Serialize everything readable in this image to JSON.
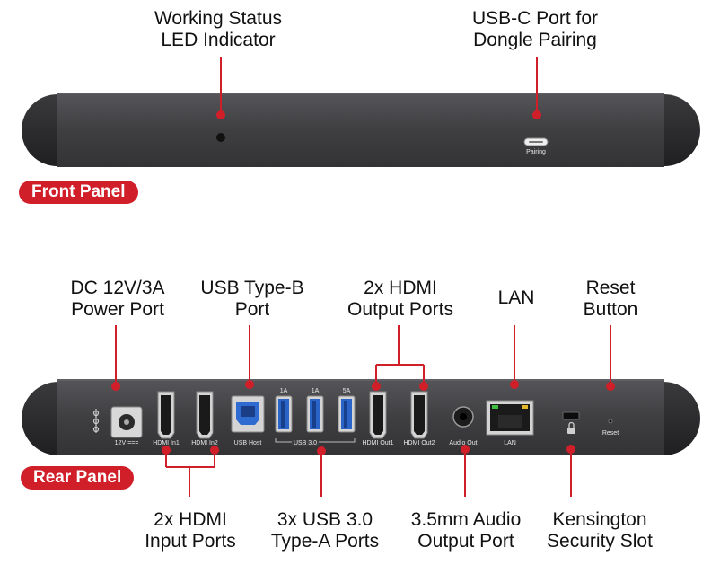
{
  "front": {
    "tag": "Front Panel",
    "led_label": [
      "Working Status",
      "LED Indicator"
    ],
    "usbc_label": [
      "USB-C Port for",
      "Dongle Pairing"
    ],
    "pairing_text": "Pairing"
  },
  "rear": {
    "tag": "Rear Panel",
    "labels": {
      "dc": [
        "DC 12V/3A",
        "Power Port"
      ],
      "usbb": [
        "USB Type-B",
        "Port"
      ],
      "hdmi_out": [
        "2x HDMI",
        "Output Ports"
      ],
      "lan": [
        "LAN"
      ],
      "reset": [
        "Reset",
        "Button"
      ],
      "hdmi_in": [
        "2x HDMI",
        "Input Ports"
      ],
      "usb3": [
        "3x USB 3.0",
        "Type-A Ports"
      ],
      "audio": [
        "3.5mm Audio",
        "Output Port"
      ],
      "kensington": [
        "Kensington",
        "Security Slot"
      ]
    },
    "port_text": {
      "v12": "12V ===",
      "hdmi_in1": "HDMI In1",
      "hdmi_in2": "HDMI In2",
      "usb_host": "USB Host",
      "usb30": "USB 3.0",
      "amp_a": "1A",
      "amp_b": "1A",
      "amp_c": "5A",
      "hdmi_out1": "HDMI Out1",
      "hdmi_out2": "HDMI Out2",
      "audio_out": "Audio Out",
      "lan": "LAN",
      "reset": "Reset"
    }
  },
  "colors": {
    "accent": "#d11f2a",
    "device_body": "#3d3d40",
    "end_caps": "#2a2a2c",
    "usb3_blue": "#2a64c8"
  }
}
